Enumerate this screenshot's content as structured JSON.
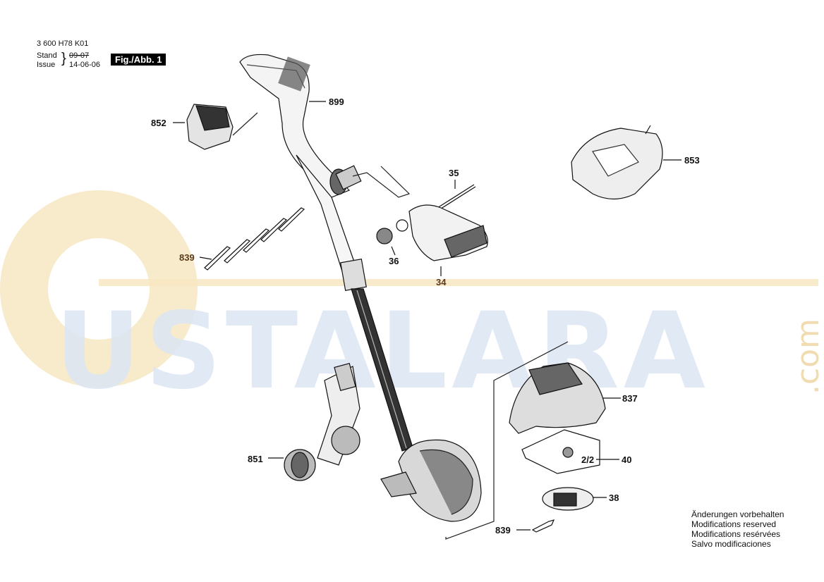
{
  "header": {
    "code": "3 600 H78 K01",
    "stand_label": "Stand",
    "issue_label": "Issue",
    "old_date": "09-07",
    "date": "14-06-06",
    "figure": "Fig./Abb. 1"
  },
  "watermark": {
    "text": "USTALARA",
    "suffix": ".com"
  },
  "parts": {
    "p899": "899",
    "p852": "852",
    "p853": "853",
    "p35": "35",
    "p36": "36",
    "p34": "34",
    "p839a": "839",
    "p837": "837",
    "p851": "851",
    "p2_2": "2/2",
    "p40": "40",
    "p38": "38",
    "p839b": "839"
  },
  "notice": {
    "line1": "Änderungen vorbehalten",
    "line2": "Modifications reserved",
    "line3": "Modifications resérvées",
    "line4": "Salvo modificaciones"
  },
  "colors": {
    "watermark_blue": "#dbe6f3",
    "watermark_orange": "#f3dfae",
    "label_brown": "#5a3a1a"
  }
}
